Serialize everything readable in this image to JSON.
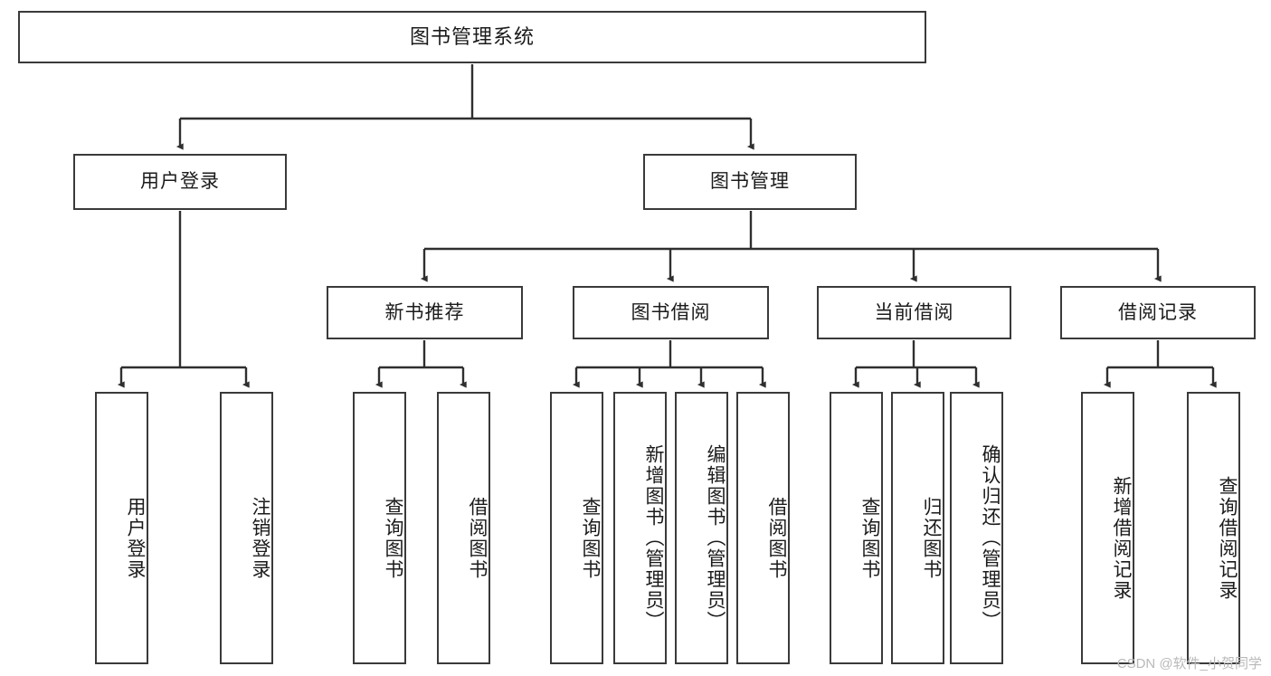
{
  "diagram": {
    "title": "图书管理系统",
    "type": "tree-hierarchy-chart",
    "colors": {
      "box_border": "#3a3a3a",
      "box_fill": "#ffffff",
      "edge": "#2f2f2f",
      "text": "#1b1b1b",
      "watermark": "#b9b9b9"
    },
    "root": {
      "label": "图书管理系统"
    },
    "level2": [
      {
        "label": "用户登录"
      },
      {
        "label": "图书管理"
      }
    ],
    "level3": [
      {
        "label": "新书推荐"
      },
      {
        "label": "图书借阅"
      },
      {
        "label": "当前借阅"
      },
      {
        "label": "借阅记录"
      }
    ],
    "leaves": {
      "user_login": [
        {
          "label": "用户登录"
        },
        {
          "label": "注销登录"
        }
      ],
      "new_book_recommend": [
        {
          "label": "查询图书"
        },
        {
          "label": "借阅图书"
        }
      ],
      "book_borrow": [
        {
          "label": "查询图书"
        },
        {
          "label": "新增图书（管理员）"
        },
        {
          "label": "编辑图书（管理员）"
        },
        {
          "label": "借阅图书"
        }
      ],
      "current_borrow": [
        {
          "label": "查询图书"
        },
        {
          "label": "归还图书"
        },
        {
          "label": "确认归还（管理员）"
        }
      ],
      "borrow_record": [
        {
          "label": "新增借阅记录"
        },
        {
          "label": "查询借阅记录"
        }
      ]
    },
    "watermark": "CSDN @软件_小贺同学"
  }
}
